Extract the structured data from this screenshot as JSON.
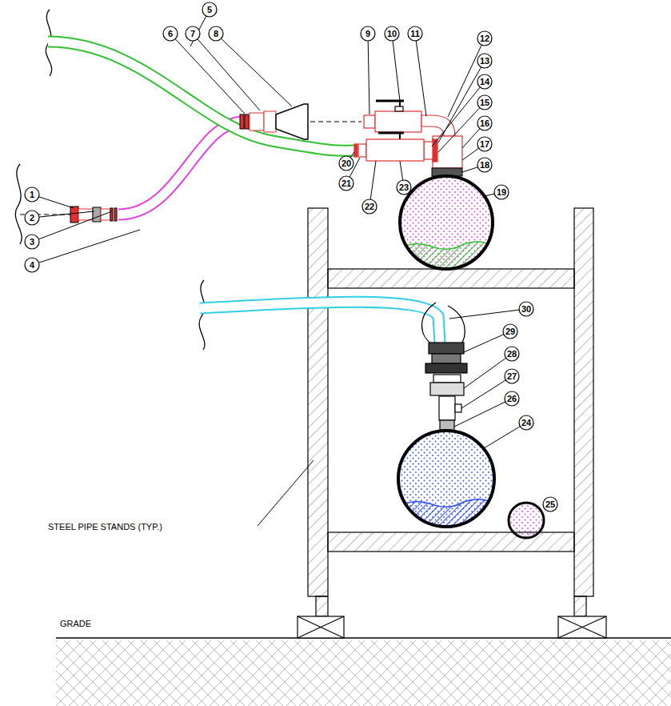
{
  "diagram": {
    "labels": [
      "1",
      "2",
      "3",
      "4",
      "5",
      "6",
      "7",
      "8",
      "9",
      "10",
      "11",
      "12",
      "13",
      "14",
      "15",
      "16",
      "17",
      "18",
      "19",
      "20",
      "21",
      "22",
      "23",
      "24",
      "25",
      "26",
      "27",
      "28",
      "29",
      "30",
      "STEEL PIPE STANDS (TYP.)",
      "GRADE"
    ]
  }
}
